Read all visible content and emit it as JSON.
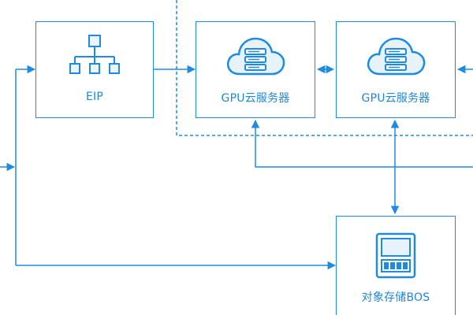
{
  "nodes": {
    "eip": {
      "label": "EIP",
      "icon": "network-topology-icon"
    },
    "gpu_server_1": {
      "label": "GPU云服务器",
      "icon": "cloud-server-icon"
    },
    "gpu_server_2": {
      "label": "GPU云服务器",
      "icon": "cloud-server-icon"
    },
    "object_storage": {
      "label": "对象存储BOS",
      "icon": "storage-card-icon"
    }
  },
  "colors": {
    "line": "#1e8be0",
    "label": "#1f86d8",
    "background": "#ffffff"
  },
  "groups": [
    {
      "style": "dashed",
      "contains": [
        "gpu_server_1",
        "gpu_server_2"
      ]
    }
  ],
  "edges": [
    {
      "from": "left-entry",
      "to": "eip",
      "direction": "one-way"
    },
    {
      "from": "left-entry",
      "to": "object_storage",
      "direction": "one-way"
    },
    {
      "from": "eip",
      "to": "gpu_server_1",
      "direction": "one-way"
    },
    {
      "from": "gpu_server_1",
      "to": "gpu_server_2",
      "direction": "two-way"
    },
    {
      "from": "gpu_server_2",
      "to": "right-offscreen",
      "direction": "two-way"
    },
    {
      "from": "bus",
      "to": "gpu_server_1",
      "direction": "one-way"
    },
    {
      "from": "gpu_server_2",
      "to": "object_storage",
      "direction": "two-way"
    }
  ]
}
